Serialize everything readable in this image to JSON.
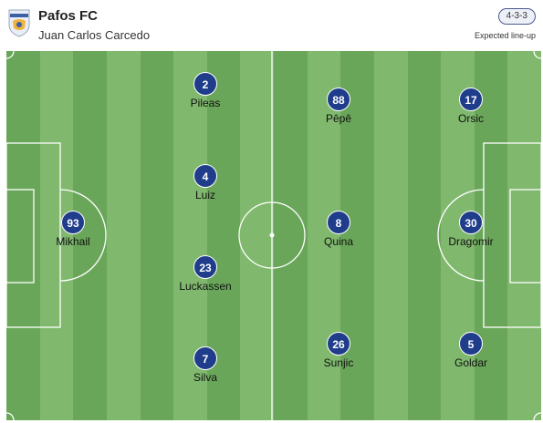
{
  "header": {
    "team_name": "Pafos FC",
    "coach": "Juan Carlos Carcedo",
    "formation": "4-3-3",
    "lineup_label": "Expected line-up"
  },
  "colors": {
    "pitch_light": "#80b86e",
    "pitch_dark": "#6aa65a",
    "player_badge": "#1f3d8a",
    "lines": "#ffffff"
  },
  "players": [
    {
      "number": "93",
      "name": "Mikhail",
      "position": "GK"
    },
    {
      "number": "2",
      "name": "Pileas",
      "position": "DF"
    },
    {
      "number": "4",
      "name": "Luiz",
      "position": "DF"
    },
    {
      "number": "23",
      "name": "Luckassen",
      "position": "DF"
    },
    {
      "number": "7",
      "name": "Silva",
      "position": "DF"
    },
    {
      "number": "88",
      "name": "Pêpê",
      "position": "MF"
    },
    {
      "number": "8",
      "name": "Quina",
      "position": "MF"
    },
    {
      "number": "26",
      "name": "Sunjic",
      "position": "MF"
    },
    {
      "number": "17",
      "name": "Orsic",
      "position": "FW"
    },
    {
      "number": "30",
      "name": "Dragomir",
      "position": "FW"
    },
    {
      "number": "5",
      "name": "Goldar",
      "position": "FW"
    }
  ]
}
